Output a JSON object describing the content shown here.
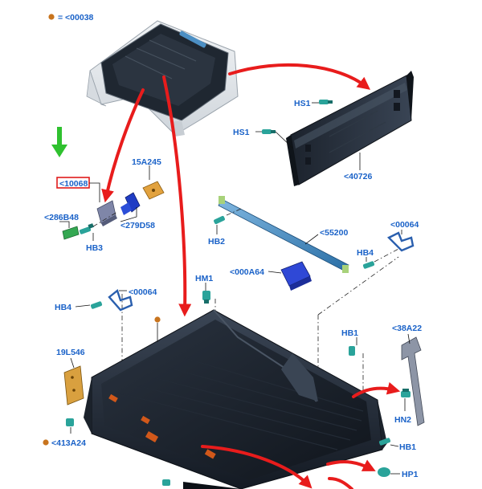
{
  "legend": {
    "text": "= <00038",
    "color": "#c8741e"
  },
  "highlight_color": "#e01b1b",
  "accent_blue": "#1a62c8",
  "arrow_red": "#e81c1c",
  "indicator_green": "#2fc12f",
  "callouts": {
    "hs1_top": "HS1",
    "hs1_left": "HS1",
    "p40726": "<40726",
    "p10068": "<10068",
    "p15a245": "15A245",
    "p286b48": "<286B48",
    "p279d58": "<279D58",
    "hb3": "HB3",
    "hb2": "HB2",
    "p55200": "<55200",
    "p00064_right": "<00064",
    "hb4_right": "HB4",
    "p000a64": "<000A64",
    "hm1": "HM1",
    "p00064_left": "<00064",
    "hb4_left": "HB4",
    "hb1_upper": "HB1",
    "p38a22": "<38A22",
    "p19l546": "19L546",
    "hn2": "HN2",
    "hb1_lower": "HB1",
    "p413a24": "<413A24",
    "hp1": "HP1"
  }
}
